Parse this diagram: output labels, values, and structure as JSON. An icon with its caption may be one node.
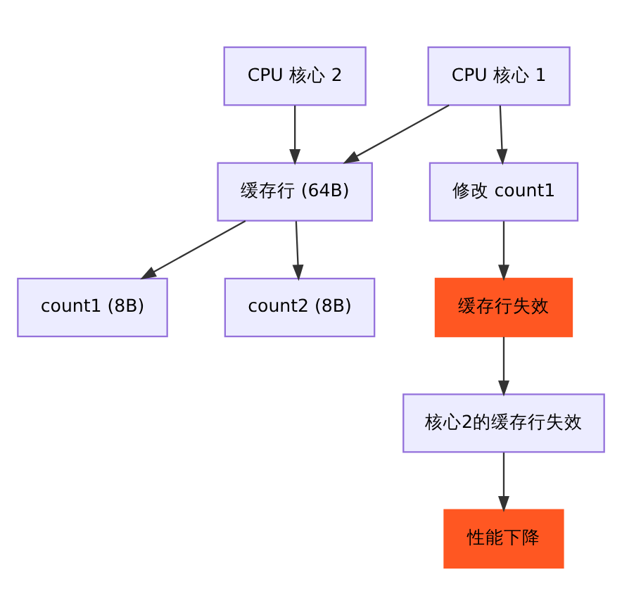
{
  "diagram": {
    "nodes": [
      {
        "text": [
          "CPU 核心 2"
        ]
      },
      {
        "text": [
          "CPU 核心 1"
        ]
      },
      {
        "text": [
          "缓存行 (64B)"
        ]
      },
      {
        "text": [
          "修改 count1"
        ]
      },
      {
        "text": [
          "count1 (8B)"
        ]
      },
      {
        "text": [
          "count2 (8B)"
        ]
      },
      {
        "text": [
          "缓存行失效"
        ]
      },
      {
        "text": [
          "核心2的缓存行失效"
        ]
      },
      {
        "text": [
          "性能下降"
        ]
      }
    ],
    "edges": [
      {
        "from": 0,
        "to": 2,
        "arrow": "to"
      },
      {
        "from": 1,
        "to": 2,
        "arrow": "to"
      },
      {
        "from": 1,
        "to": 3,
        "arrow": "to"
      },
      {
        "from": 2,
        "to": 4,
        "arrow": "to"
      },
      {
        "from": 2,
        "to": 5,
        "arrow": "to"
      },
      {
        "from": 3,
        "to": 6,
        "arrow": "to"
      },
      {
        "from": 6,
        "to": 7,
        "arrow": "to"
      },
      {
        "from": 7,
        "to": 8,
        "arrow": "to"
      }
    ]
  }
}
